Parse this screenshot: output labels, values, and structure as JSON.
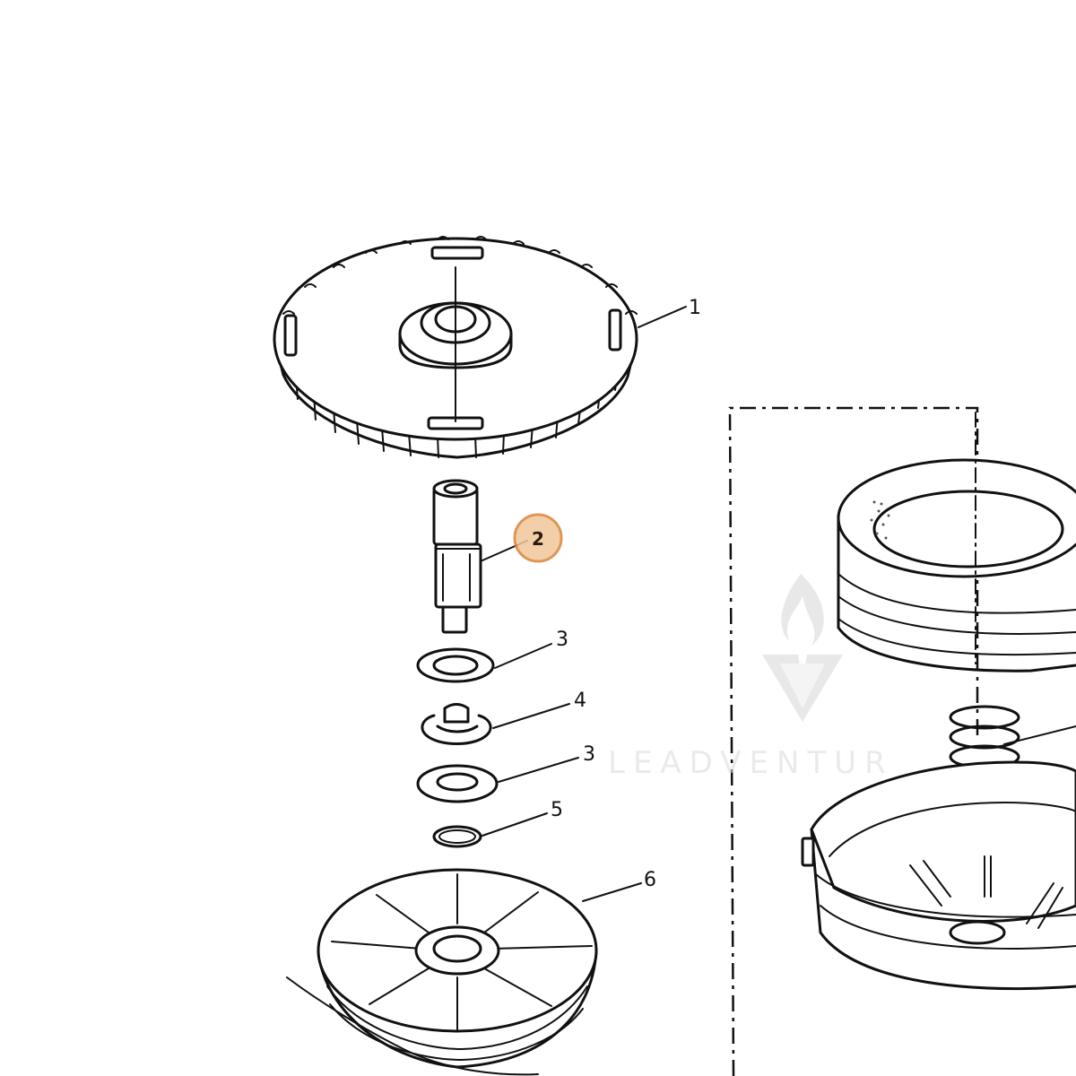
{
  "diagram": {
    "part_labels": {
      "p1": "1",
      "p3a": "3",
      "p4": "4",
      "p3b": "3",
      "p5": "5",
      "p6": "6"
    },
    "highlighted_callout": {
      "number": "2",
      "fill_color": "#f2c79b",
      "border_color": "#d9843b"
    }
  },
  "watermark": {
    "text": "LEADVENTUR"
  }
}
